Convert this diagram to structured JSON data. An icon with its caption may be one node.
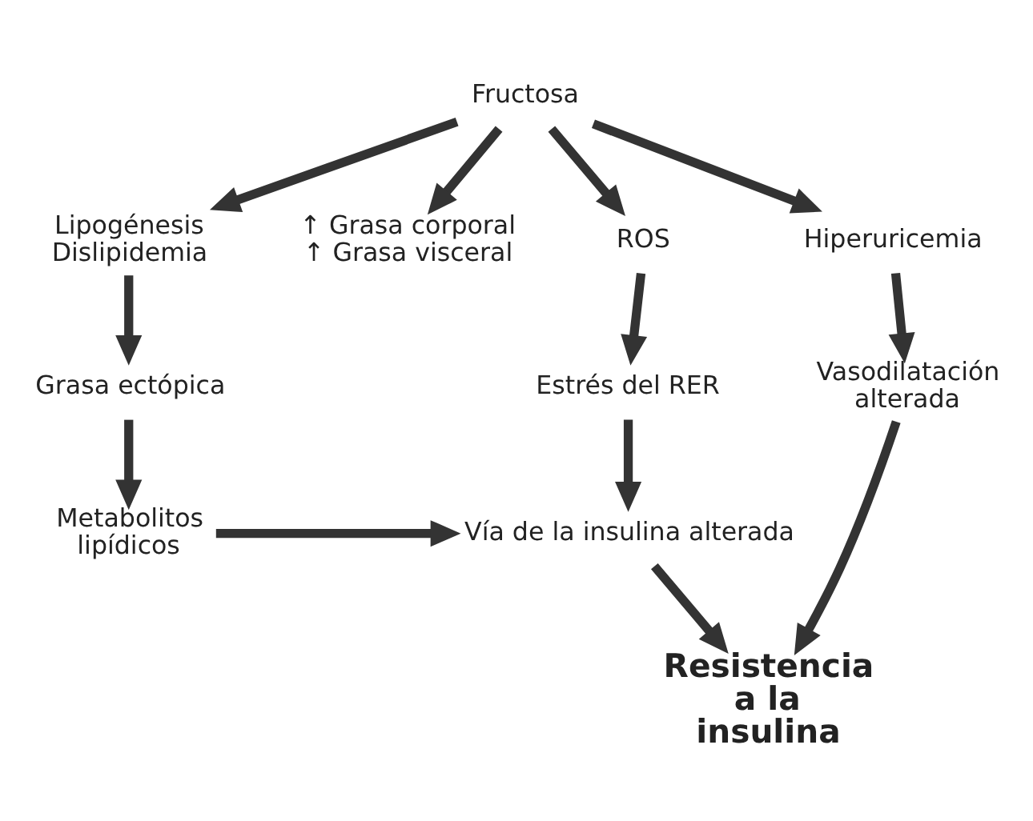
{
  "diagram": {
    "nodes": [
      {
        "text": [
          "Fructosa"
        ]
      },
      {
        "text": [
          "Lipogénesis",
          "Dislipidemia"
        ]
      },
      {
        "text": [
          "↑ Grasa corporal",
          "↑ Grasa visceral"
        ]
      },
      {
        "text": [
          "ROS"
        ]
      },
      {
        "text": [
          "Hiperuricemia"
        ]
      },
      {
        "text": [
          "Grasa ectópica"
        ]
      },
      {
        "text": [
          "Estrés del RER"
        ]
      },
      {
        "text": [
          "Vasodilatación alterada"
        ]
      },
      {
        "text": [
          "Metabolitos lipídicos"
        ]
      },
      {
        "text": [
          "Vía de la insulina alterada"
        ]
      },
      {
        "text": [
          "Resistencia a la insulina"
        ]
      }
    ],
    "edges": [
      {
        "from": 0,
        "to": 1,
        "arrow": "to"
      },
      {
        "from": 0,
        "to": 2,
        "arrow": "to"
      },
      {
        "from": 0,
        "to": 3,
        "arrow": "to"
      },
      {
        "from": 0,
        "to": 4,
        "arrow": "to"
      },
      {
        "from": 1,
        "to": 5,
        "arrow": "to"
      },
      {
        "from": 5,
        "to": 8,
        "arrow": "to"
      },
      {
        "from": 3,
        "to": 6,
        "arrow": "to"
      },
      {
        "from": 4,
        "to": 7,
        "arrow": "to"
      },
      {
        "from": 8,
        "to": 9,
        "arrow": "to"
      },
      {
        "from": 6,
        "to": 9,
        "arrow": "to"
      },
      {
        "from": 9,
        "to": 10,
        "arrow": "to"
      },
      {
        "from": 7,
        "to": 10,
        "arrow": "to"
      }
    ]
  }
}
